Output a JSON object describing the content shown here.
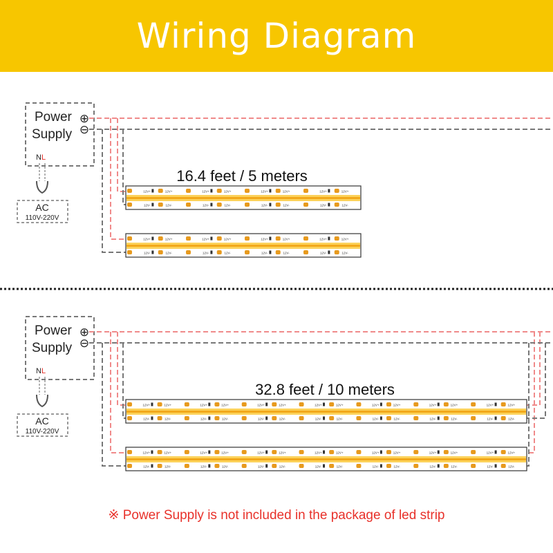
{
  "header": {
    "title": "Wiring Diagram"
  },
  "colors": {
    "banner": "#f7c600",
    "positive_wire": "#f08a8a",
    "negative_wire": "#777777",
    "led_light": "#fcd25a",
    "led_deep": "#f2a81a",
    "pad": "#e79a1e",
    "note": "#e8312a"
  },
  "sections": [
    {
      "power_supply": {
        "line1": "Power",
        "line2": "Supply",
        "plus_symbol": "⊕",
        "minus_symbol": "⊖"
      },
      "mains": {
        "neutral": "N",
        "live": "L",
        "label": "AC",
        "voltage": "110V-220V"
      },
      "length_label": "16.4 feet / 5 meters",
      "strip_segments": 4,
      "strip_label_pos": "12V+",
      "strip_label_neg": "12V-"
    },
    {
      "power_supply": {
        "line1": "Power",
        "line2": "Supply",
        "plus_symbol": "⊕",
        "minus_symbol": "⊖"
      },
      "mains": {
        "neutral": "N",
        "live": "L",
        "label": "AC",
        "voltage": "110V-220V"
      },
      "length_label": "32.8 feet / 10 meters",
      "strip_segments": 7,
      "strip_label_pos": "12V+",
      "strip_label_neg": "12V-"
    }
  ],
  "note": "※ Power Supply is not included in the package of led strip"
}
